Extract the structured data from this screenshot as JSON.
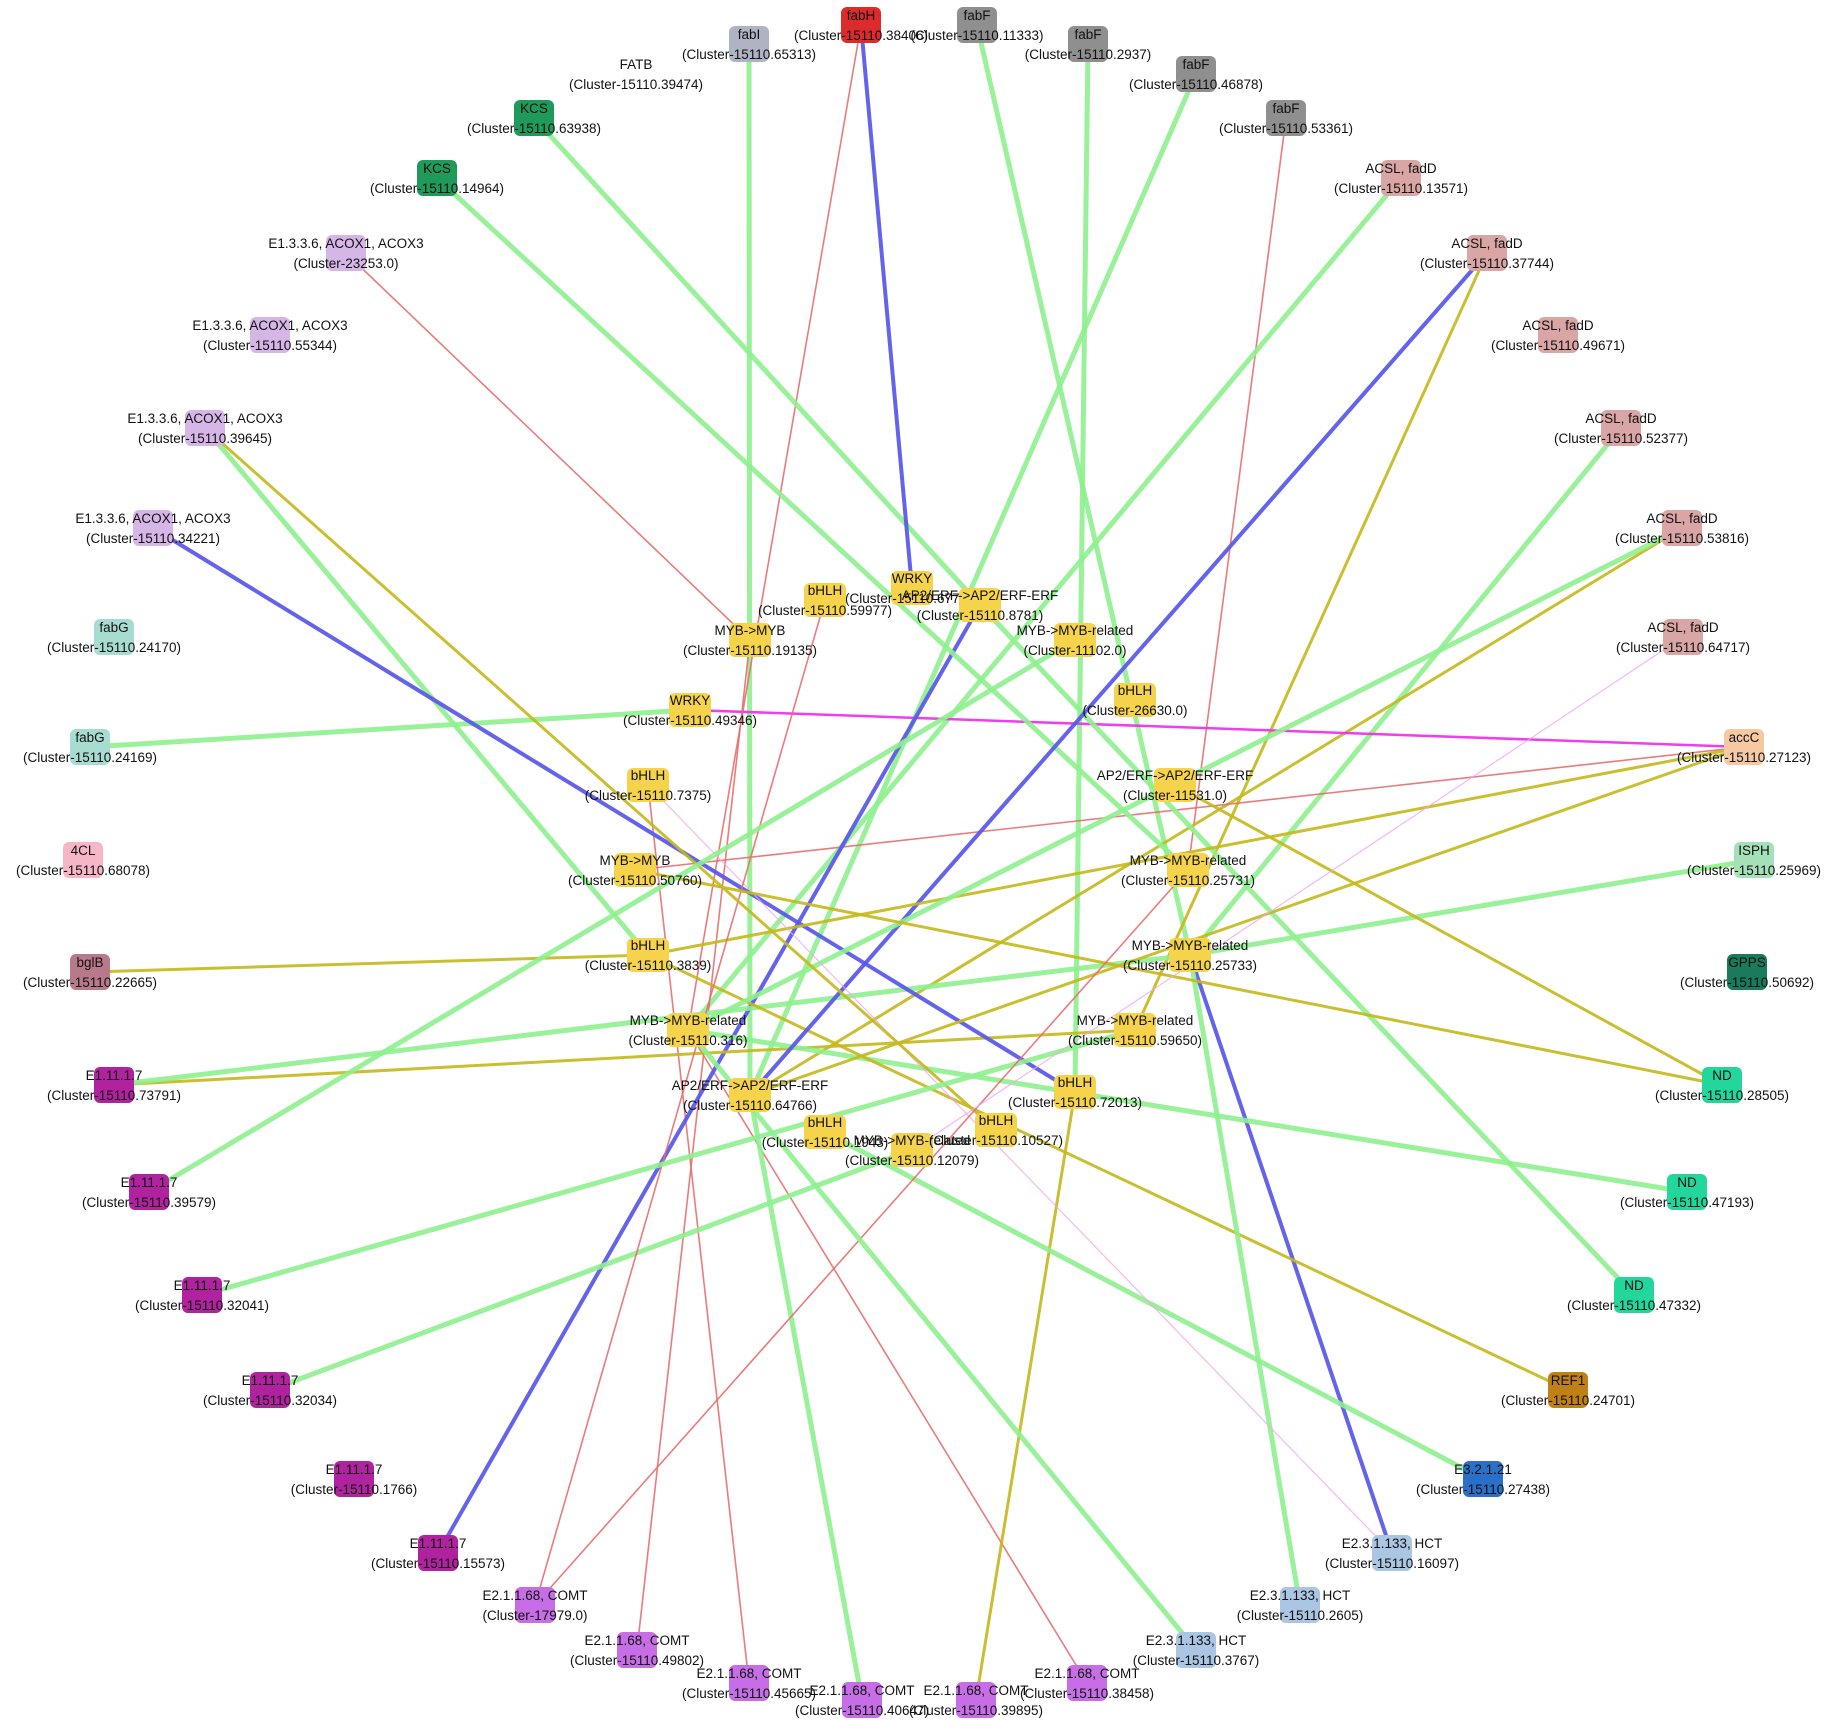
{
  "colors": {
    "tf": "#f5d34a",
    "yellow_edge": "#c4b81b",
    "green_edge": "#8ef08e",
    "blue_edge": "#5b5bea",
    "red_edge": "#e96d6d",
    "pink_edge": "#f0a6f0",
    "magenta_edge": "#ee33ee"
  },
  "genes": [
    {
      "id": "g01",
      "label": "fabI",
      "cluster": "(Cluster-15110.65313)",
      "color": "#aeb4c4",
      "labeled_box": true
    },
    {
      "id": "g02",
      "label": "fabH",
      "cluster": "(Cluster-15110.38406)",
      "color": "#dd2a2a",
      "labeled_box": true
    },
    {
      "id": "g03",
      "label": "fabF",
      "cluster": "(Cluster-15110.11333)",
      "color": "#8f8f8f",
      "labeled_box": true
    },
    {
      "id": "g04",
      "label": "fabF",
      "cluster": "(Cluster-15110.2937)",
      "color": "#8f8f8f",
      "labeled_box": true
    },
    {
      "id": "g05",
      "label": "fabF",
      "cluster": "(Cluster-15110.46878)",
      "color": "#8f8f8f",
      "labeled_box": true
    },
    {
      "id": "g06",
      "label": "fabF",
      "cluster": "(Cluster-15110.53361)",
      "color": "#8f8f8f",
      "labeled_box": true
    },
    {
      "id": "g07",
      "label": "ACSL, fadD",
      "cluster": "(Cluster-15110.13571)",
      "color": "#d9a5a5",
      "labeled_box": false
    },
    {
      "id": "g08",
      "label": "ACSL, fadD",
      "cluster": "(Cluster-15110.37744)",
      "color": "#d9a5a5",
      "labeled_box": false
    },
    {
      "id": "g09",
      "label": "ACSL, fadD",
      "cluster": "(Cluster-15110.49671)",
      "color": "#d9a5a5",
      "labeled_box": false
    },
    {
      "id": "g10",
      "label": "ACSL, fadD",
      "cluster": "(Cluster-15110.52377)",
      "color": "#d9a5a5",
      "labeled_box": false
    },
    {
      "id": "g11",
      "label": "ACSL, fadD",
      "cluster": "(Cluster-15110.53816)",
      "color": "#d9a5a5",
      "labeled_box": false
    },
    {
      "id": "g12",
      "label": "ACSL, fadD",
      "cluster": "(Cluster-15110.64717)",
      "color": "#d9a5a5",
      "labeled_box": false
    },
    {
      "id": "g13",
      "label": "accC",
      "cluster": "(Cluster-15110.27123)",
      "color": "#f6c8a4",
      "labeled_box": true
    },
    {
      "id": "g14",
      "label": "ISPH",
      "cluster": "(Cluster-15110.25969)",
      "color": "#a4e0b8",
      "labeled_box": true
    },
    {
      "id": "g15",
      "label": "GPPS",
      "cluster": "(Cluster-15110.50692)",
      "color": "#1a7a5c",
      "labeled_box": true
    },
    {
      "id": "g16",
      "label": "ND",
      "cluster": "(Cluster-15110.28505)",
      "color": "#22d69c",
      "labeled_box": true
    },
    {
      "id": "g17",
      "label": "ND",
      "cluster": "(Cluster-15110.47193)",
      "color": "#22d69c",
      "labeled_box": true
    },
    {
      "id": "g18",
      "label": "ND",
      "cluster": "(Cluster-15110.47332)",
      "color": "#22d69c",
      "labeled_box": true
    },
    {
      "id": "g19",
      "label": "REF1",
      "cluster": "(Cluster-15110.24701)",
      "color": "#c08014",
      "labeled_box": true
    },
    {
      "id": "g20",
      "label": "E3.2.1.21",
      "cluster": "(Cluster-15110.27438)",
      "color": "#2b70c8",
      "labeled_box": true
    },
    {
      "id": "g21",
      "label": "E2.3.1.133, HCT",
      "cluster": "(Cluster-15110.16097)",
      "color": "#aac6e2",
      "labeled_box": false
    },
    {
      "id": "g22",
      "label": "E2.3.1.133, HCT",
      "cluster": "(Cluster-15110.2605)",
      "color": "#aac6e2",
      "labeled_box": false
    },
    {
      "id": "g23",
      "label": "E2.3.1.133, HCT",
      "cluster": "(Cluster-15110.3767)",
      "color": "#aac6e2",
      "labeled_box": false
    },
    {
      "id": "g24",
      "label": "E2.1.1.68, COMT",
      "cluster": "(Cluster-15110.38458)",
      "color": "#c76ee6",
      "labeled_box": false
    },
    {
      "id": "g25",
      "label": "E2.1.1.68, COMT",
      "cluster": "(Cluster-15110.39895)",
      "color": "#c76ee6",
      "labeled_box": false
    },
    {
      "id": "g26",
      "label": "E2.1.1.68, COMT",
      "cluster": "(Cluster-15110.40647)",
      "color": "#c76ee6",
      "labeled_box": false
    },
    {
      "id": "g27",
      "label": "E2.1.1.68, COMT",
      "cluster": "(Cluster-15110.45665)",
      "color": "#c76ee6",
      "labeled_box": false
    },
    {
      "id": "g28",
      "label": "E2.1.1.68, COMT",
      "cluster": "(Cluster-15110.49802)",
      "color": "#c76ee6",
      "labeled_box": false
    },
    {
      "id": "g29",
      "label": "E2.1.1.68, COMT",
      "cluster": "(Cluster-17979.0)",
      "color": "#c76ee6",
      "labeled_box": false
    },
    {
      "id": "g30",
      "label": "E1.11.1.7",
      "cluster": "(Cluster-15110.15573)",
      "color": "#b0229e",
      "labeled_box": true
    },
    {
      "id": "g31",
      "label": "E1.11.1.7",
      "cluster": "(Cluster-15110.1766)",
      "color": "#b0229e",
      "labeled_box": true
    },
    {
      "id": "g32",
      "label": "E1.11.1.7",
      "cluster": "(Cluster-15110.32034)",
      "color": "#b0229e",
      "labeled_box": true
    },
    {
      "id": "g33",
      "label": "E1.11.1.7",
      "cluster": "(Cluster-15110.32041)",
      "color": "#b0229e",
      "labeled_box": true
    },
    {
      "id": "g34",
      "label": "E1.11.1.7",
      "cluster": "(Cluster-15110.39579)",
      "color": "#b0229e",
      "labeled_box": true
    },
    {
      "id": "g35",
      "label": "E1.11.1.7",
      "cluster": "(Cluster-15110.73791)",
      "color": "#b0229e",
      "labeled_box": true
    },
    {
      "id": "g36",
      "label": "bglB",
      "cluster": "(Cluster-15110.22665)",
      "color": "#b87a8a",
      "labeled_box": true
    },
    {
      "id": "g37",
      "label": "4CL",
      "cluster": "(Cluster-15110.68078)",
      "color": "#f6b6c6",
      "labeled_box": true
    },
    {
      "id": "g38",
      "label": "fabG",
      "cluster": "(Cluster-15110.24169)",
      "color": "#a8dcd2",
      "labeled_box": true
    },
    {
      "id": "g39",
      "label": "fabG",
      "cluster": "(Cluster-15110.24170)",
      "color": "#a8dcd2",
      "labeled_box": true
    },
    {
      "id": "g40",
      "label": "E1.3.3.6, ACOX1, ACOX3",
      "cluster": "(Cluster-15110.34221)",
      "color": "#d6b6e6",
      "labeled_box": false
    },
    {
      "id": "g41",
      "label": "E1.3.3.6, ACOX1, ACOX3",
      "cluster": "(Cluster-15110.39645)",
      "color": "#d6b6e6",
      "labeled_box": false
    },
    {
      "id": "g42",
      "label": "E1.3.3.6, ACOX1, ACOX3",
      "cluster": "(Cluster-15110.55344)",
      "color": "#d6b6e6",
      "labeled_box": false
    },
    {
      "id": "g43",
      "label": "E1.3.3.6, ACOX1, ACOX3",
      "cluster": "(Cluster-23253.0)",
      "color": "#d6b6e6",
      "labeled_box": false
    },
    {
      "id": "g44",
      "label": "KCS",
      "cluster": "(Cluster-15110.14964)",
      "color": "#1f9a5a",
      "labeled_box": true
    },
    {
      "id": "g45",
      "label": "KCS",
      "cluster": "(Cluster-15110.63938)",
      "color": "#1f9a5a",
      "labeled_box": true
    },
    {
      "id": "g46",
      "label": "FATB",
      "cluster": "(Cluster-15110.39474)",
      "color": "#ffffff",
      "labeled_box": false
    }
  ],
  "tfs": [
    {
      "id": "t01",
      "label": "WRKY",
      "cluster": "(Cluster-15110.67737)"
    },
    {
      "id": "t02",
      "label": "AP2/ERF->AP2/ERF-ERF",
      "cluster": "(Cluster-15110.8781)"
    },
    {
      "id": "t03",
      "label": "bHLH",
      "cluster": "(Cluster-15110.59977)"
    },
    {
      "id": "t04",
      "label": "MYB->MYB",
      "cluster": "(Cluster-15110.19135)"
    },
    {
      "id": "t05",
      "label": "MYB->MYB-related",
      "cluster": "(Cluster-11102.0)"
    },
    {
      "id": "t06",
      "label": "WRKY",
      "cluster": "(Cluster-15110.49346)"
    },
    {
      "id": "t07",
      "label": "bHLH",
      "cluster": "(Cluster-26630.0)"
    },
    {
      "id": "t08",
      "label": "bHLH",
      "cluster": "(Cluster-15110.7375)"
    },
    {
      "id": "t09",
      "label": "AP2/ERF->AP2/ERF-ERF",
      "cluster": "(Cluster-11531.0)"
    },
    {
      "id": "t10",
      "label": "MYB->MYB",
      "cluster": "(Cluster-15110.50760)"
    },
    {
      "id": "t11",
      "label": "MYB->MYB-related",
      "cluster": "(Cluster-15110.25731)"
    },
    {
      "id": "t12",
      "label": "bHLH",
      "cluster": "(Cluster-15110.3839)"
    },
    {
      "id": "t13",
      "label": "MYB->MYB-related",
      "cluster": "(Cluster-15110.25733)"
    },
    {
      "id": "t14",
      "label": "MYB->MYB-related",
      "cluster": "(Cluster-15110.316)"
    },
    {
      "id": "t15",
      "label": "MYB->MYB-related",
      "cluster": "(Cluster-15110.59650)"
    },
    {
      "id": "t16",
      "label": "AP2/ERF->AP2/ERF-ERF",
      "cluster": "(Cluster-15110.64766)"
    },
    {
      "id": "t17",
      "label": "bHLH",
      "cluster": "(Cluster-15110.72013)"
    },
    {
      "id": "t18",
      "label": "bHLH",
      "cluster": "(Cluster-15110.1943)"
    },
    {
      "id": "t19",
      "label": "MYB->MYB-related",
      "cluster": "(Cluster-15110.12079)"
    },
    {
      "id": "t20",
      "label": "bHLH",
      "cluster": "(Cluster-15110.10527)"
    }
  ],
  "edges": [
    [
      "t16",
      "g01",
      "green"
    ],
    [
      "t14",
      "g02",
      "red"
    ],
    [
      "t13",
      "g03",
      "green"
    ],
    [
      "t17",
      "g04",
      "green"
    ],
    [
      "t16",
      "g05",
      "green"
    ],
    [
      "t11",
      "g06",
      "red"
    ],
    [
      "t14",
      "g07",
      "green"
    ],
    [
      "t15",
      "g08",
      "yellow"
    ],
    [
      "t13",
      "g10",
      "green"
    ],
    [
      "t16",
      "g11",
      "yellow"
    ],
    [
      "t06",
      "g13",
      "magenta"
    ],
    [
      "t10",
      "g13",
      "red"
    ],
    [
      "t13",
      "g14",
      "green"
    ],
    [
      "t02",
      "g18",
      "green"
    ],
    [
      "t13",
      "g21",
      "blue"
    ],
    [
      "t14",
      "g24",
      "red"
    ],
    [
      "t17",
      "g25",
      "yellow"
    ],
    [
      "t16",
      "g26",
      "green"
    ],
    [
      "t08",
      "g27",
      "red"
    ],
    [
      "t04",
      "g28",
      "red"
    ],
    [
      "t02",
      "g30",
      "blue"
    ],
    [
      "t15",
      "g35",
      "yellow"
    ],
    [
      "t13",
      "g35",
      "green"
    ],
    [
      "t12",
      "g36",
      "yellow"
    ],
    [
      "t06",
      "g38",
      "green"
    ],
    [
      "t04",
      "g43",
      "red"
    ],
    [
      "t12",
      "g41",
      "green"
    ],
    [
      "t17",
      "g40",
      "blue"
    ],
    [
      "t02",
      "g45",
      "green"
    ],
    [
      "t11",
      "g44",
      "green"
    ],
    [
      "t09",
      "g16",
      "yellow"
    ],
    [
      "t14",
      "g17",
      "green"
    ],
    [
      "t12",
      "g19",
      "yellow"
    ],
    [
      "t18",
      "g20",
      "green"
    ],
    [
      "t13",
      "g22",
      "green"
    ],
    [
      "t16",
      "g08",
      "blue"
    ],
    [
      "t16",
      "g13",
      "yellow"
    ],
    [
      "t12",
      "g13",
      "yellow"
    ],
    [
      "t14",
      "g11",
      "green"
    ],
    [
      "t08",
      "g21",
      "pink"
    ],
    [
      "t19",
      "g32",
      "green"
    ],
    [
      "t01",
      "g02",
      "blue"
    ],
    [
      "t03",
      "g29",
      "red"
    ],
    [
      "t10",
      "g16",
      "yellow"
    ],
    [
      "t20",
      "g41",
      "yellow"
    ],
    [
      "t15",
      "g33",
      "green"
    ],
    [
      "t11",
      "g29",
      "red"
    ],
    [
      "t05",
      "g34",
      "green"
    ],
    [
      "t14",
      "g23",
      "green"
    ],
    [
      "t19",
      "g12",
      "pink"
    ]
  ]
}
